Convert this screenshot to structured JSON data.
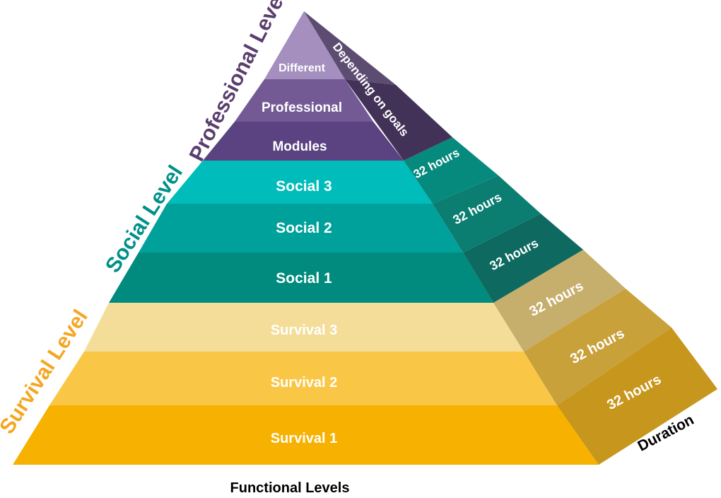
{
  "front_tiers": [
    {
      "id": "survival-1",
      "label": "Survival 1",
      "fill": "#F7B100",
      "text": "#ffffff"
    },
    {
      "id": "survival-2",
      "label": "Survival 2",
      "fill": "#F9C745",
      "text": "#ffffff"
    },
    {
      "id": "survival-3",
      "label": "Survival 3",
      "fill": "#F3DD99",
      "text": "#ffffff"
    },
    {
      "id": "social-1",
      "label": "Social 1",
      "fill": "#008B7E",
      "text": "#ffffff"
    },
    {
      "id": "social-2",
      "label": "Social 2",
      "fill": "#00A19A",
      "text": "#ffffff"
    },
    {
      "id": "social-3",
      "label": "Social 3",
      "fill": "#00BCBA",
      "text": "#ffffff"
    },
    {
      "id": "modules",
      "label": "Modules",
      "fill": "#5B4280",
      "text": "#ffffff"
    },
    {
      "id": "professional",
      "label": "Professional",
      "fill": "#735A95",
      "text": "#ffffff"
    },
    {
      "id": "different",
      "label": "Different",
      "fill": "#A48FBF",
      "text": "#ffffff"
    }
  ],
  "duration_labels": [
    {
      "id": "duration-survival-1",
      "label": "32 hours"
    },
    {
      "id": "duration-survival-2",
      "label": "32 hours"
    },
    {
      "id": "duration-survival-3",
      "label": "32 hours"
    },
    {
      "id": "duration-social-1",
      "label": "32 hours"
    },
    {
      "id": "duration-social-2",
      "label": "32 hours"
    },
    {
      "id": "duration-social-3",
      "label": "32 hours"
    },
    {
      "id": "duration-professional",
      "label": "Depending on goals"
    }
  ],
  "side_fills": {
    "survival-1": "#C7961C",
    "survival-2": "#C9A13A",
    "survival-3": "#C6AE6C",
    "social-1": "#0E6A60",
    "social-2": "#0B7D71",
    "social-3": "#078A7E",
    "professional-low": "#433258",
    "professional-high": "#5D4C72"
  },
  "level_labels": {
    "professional": {
      "text": "Professional Level",
      "color": "#5A3E6E"
    },
    "social": {
      "text": "Social Level",
      "color": "#00908A"
    },
    "survival": {
      "text": "Survival Level",
      "color": "#F5A623"
    }
  },
  "footer": {
    "functional_levels": "Functional Levels",
    "duration": "Duration"
  }
}
